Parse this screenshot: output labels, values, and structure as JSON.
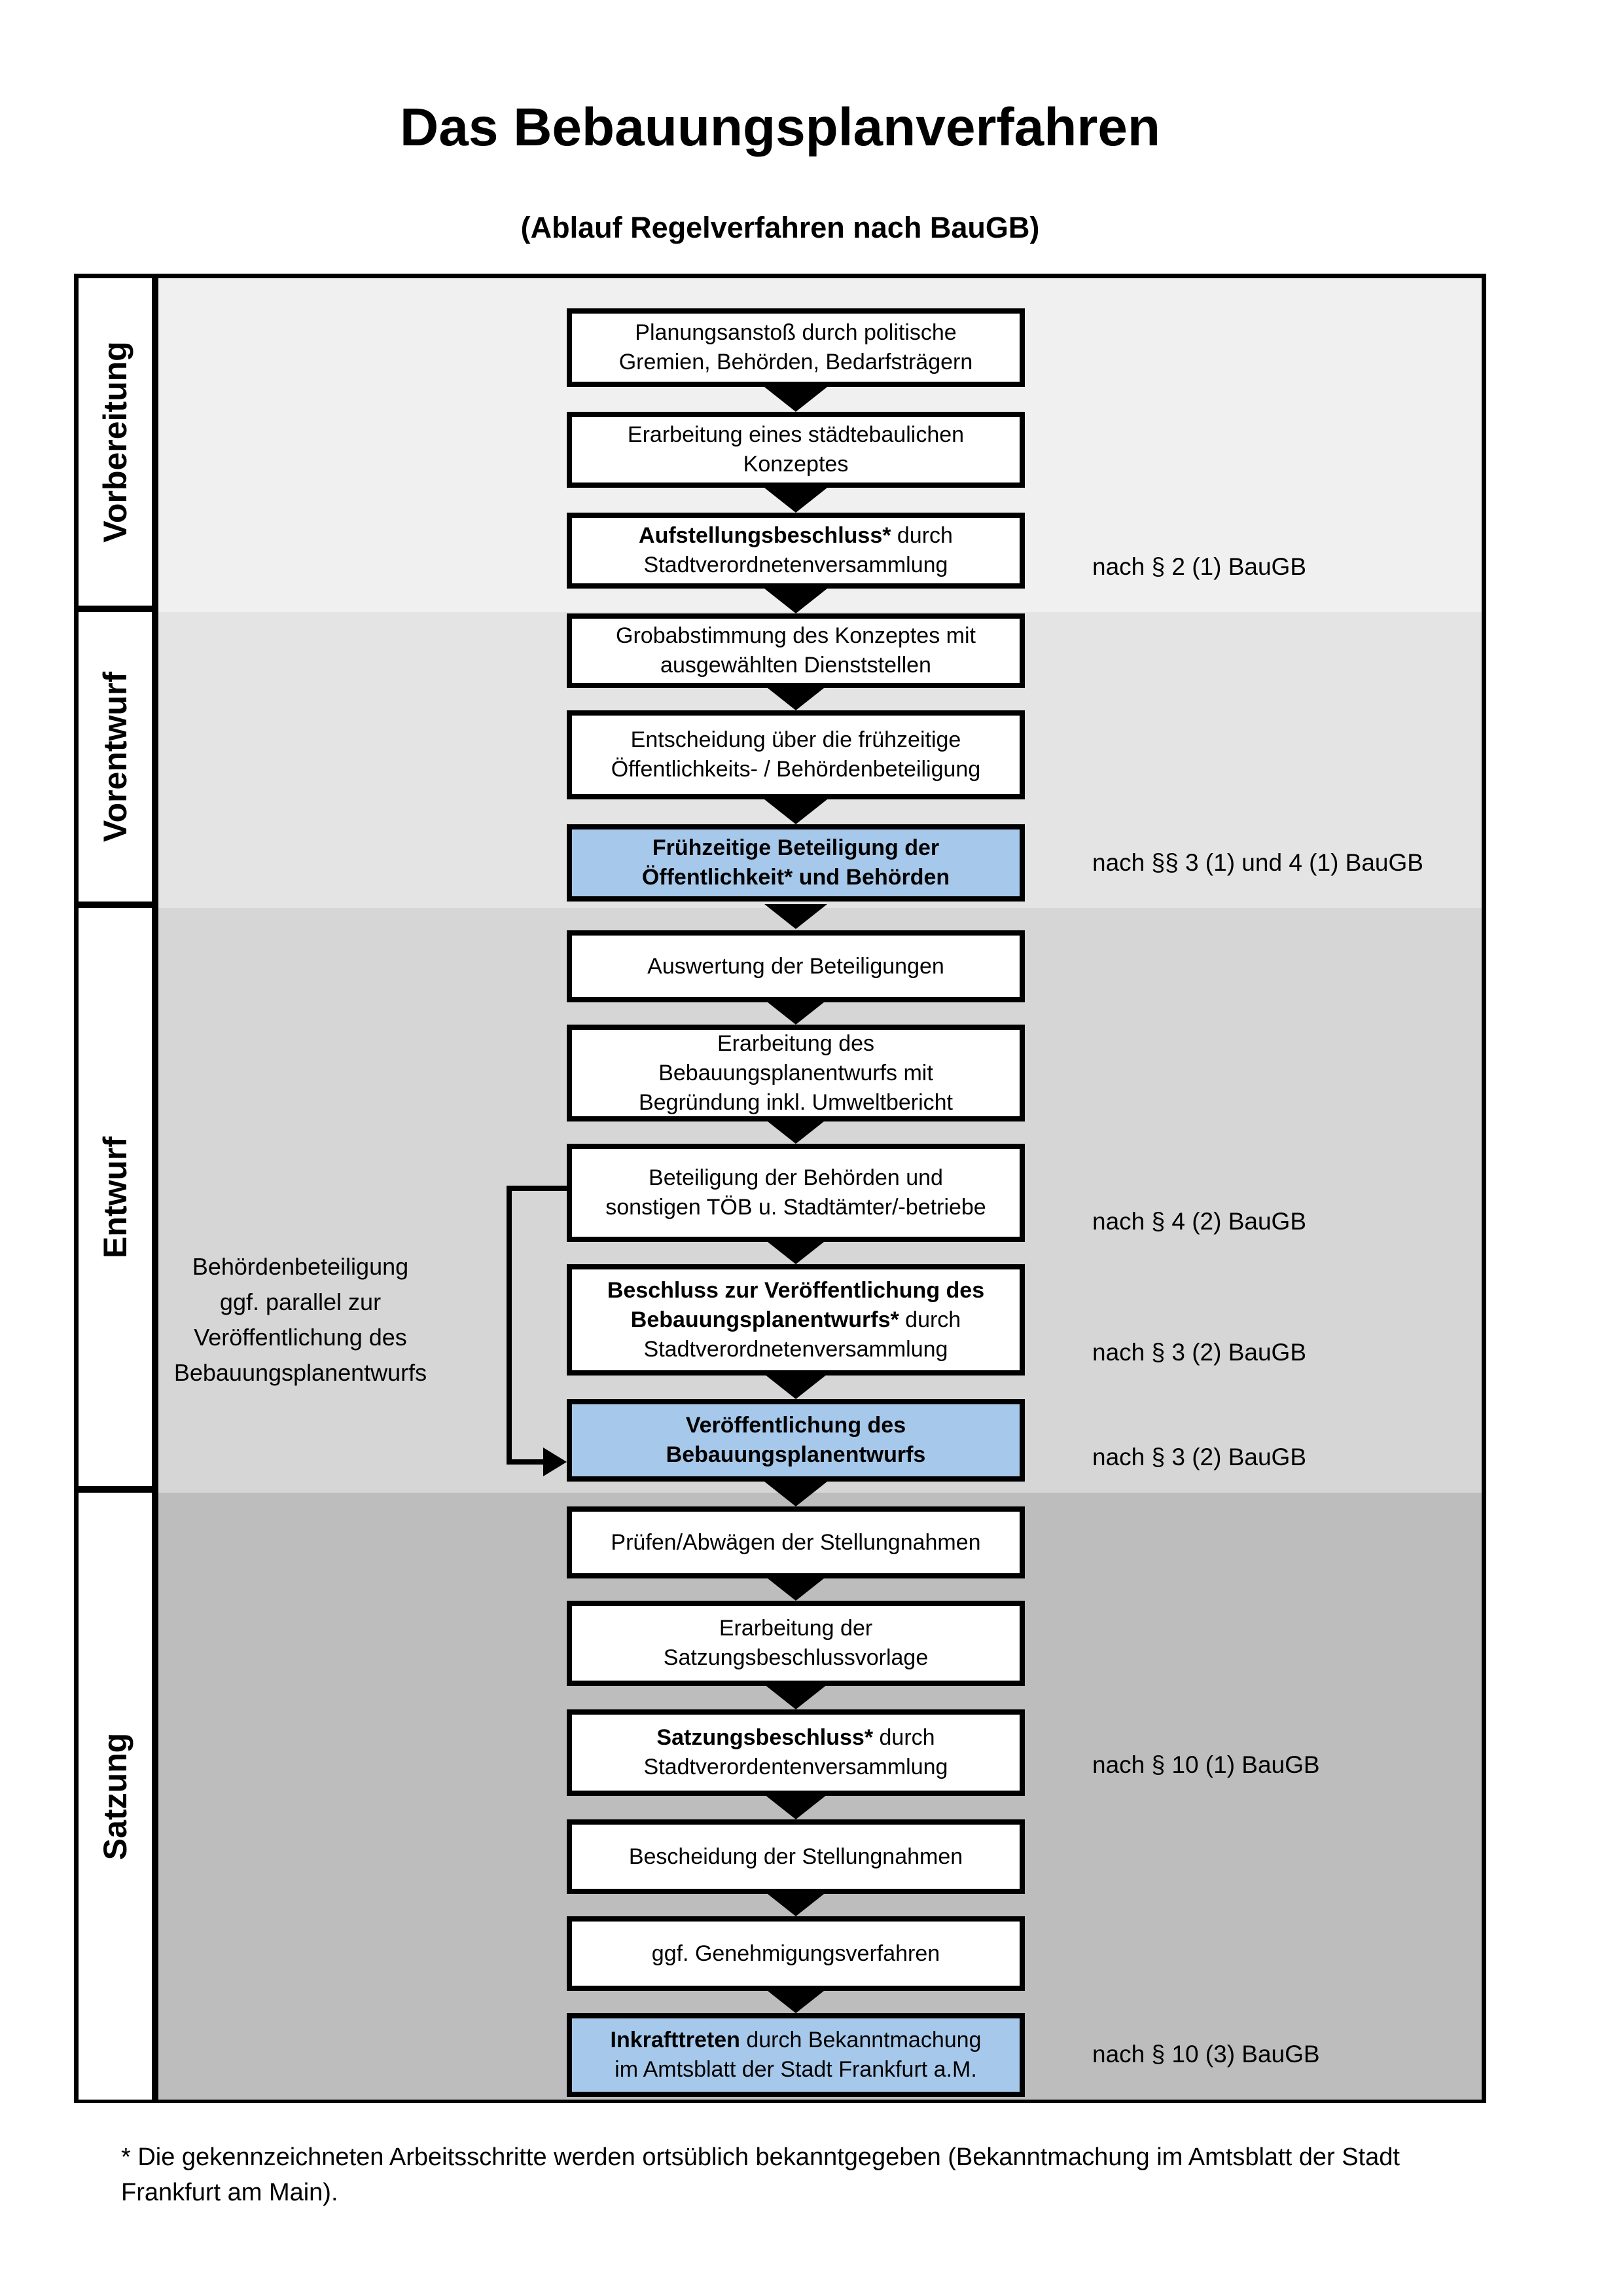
{
  "title": "Das Bebauungsplanverfahren",
  "subtitle": "(Ablauf Regelverfahren nach BauGB)",
  "phases": [
    "Vorbereitung",
    "Vorentwurf",
    "Entwurf",
    "Satzung"
  ],
  "flow": {
    "boxes": [
      {
        "lines": [
          {
            "b": "",
            "r": "Planungsanstoß durch politische"
          },
          {
            "b": "",
            "r": "Gremien, Behörden, Bedarfsträgern"
          }
        ]
      },
      {
        "lines": [
          {
            "b": "",
            "r": "Erarbeitung eines städtebaulichen"
          },
          {
            "b": "",
            "r": "Konzeptes"
          }
        ]
      },
      {
        "lines": [
          {
            "b": "Aufstellungsbeschluss*",
            "r": " durch"
          },
          {
            "b": "",
            "r": "Stadtverordnetenversammlung"
          }
        ]
      },
      {
        "lines": [
          {
            "b": "",
            "r": "Grobabstimmung des Konzeptes mit"
          },
          {
            "b": "",
            "r": "ausgewählten Dienststellen"
          }
        ]
      },
      {
        "lines": [
          {
            "b": "",
            "r": "Entscheidung über die frühzeitige"
          },
          {
            "b": "",
            "r": "Öffentlichkeits- / Behördenbeteiligung"
          }
        ]
      },
      {
        "lines": [
          {
            "b": "Frühzeitige Beteiligung der",
            "r": ""
          },
          {
            "b": "Öffentlichkeit* und Behörden",
            "r": ""
          }
        ]
      },
      {
        "lines": [
          {
            "b": "",
            "r": "Auswertung der Beteiligungen"
          }
        ]
      },
      {
        "lines": [
          {
            "b": "",
            "r": "Erarbeitung des"
          },
          {
            "b": "",
            "r": "Bebauungsplanentwurfs mit"
          },
          {
            "b": "",
            "r": "Begründung inkl. Umweltbericht"
          }
        ]
      },
      {
        "lines": [
          {
            "b": "",
            "r": "Beteiligung der Behörden und"
          },
          {
            "b": "",
            "r": "sonstigen TÖB u. Stadtämter/-betriebe"
          }
        ]
      },
      {
        "lines": [
          {
            "b": "Beschluss zur Veröffentlichung des",
            "r": ""
          },
          {
            "b": "Bebauungsplanentwurfs*",
            "r": " durch"
          },
          {
            "b": "",
            "r": "Stadtverordnetenversammlung"
          }
        ]
      },
      {
        "lines": [
          {
            "b": "Veröffentlichung des",
            "r": ""
          },
          {
            "b": "Bebauungsplanentwurfs",
            "r": ""
          }
        ]
      },
      {
        "lines": [
          {
            "b": "",
            "r": "Prüfen/Abwägen der Stellungnahmen"
          }
        ]
      },
      {
        "lines": [
          {
            "b": "",
            "r": "Erarbeitung der"
          },
          {
            "b": "",
            "r": "Satzungsbeschlussvorlage"
          }
        ]
      },
      {
        "lines": [
          {
            "b": "Satzungsbeschluss*",
            "r": " durch"
          },
          {
            "b": "",
            "r": "Stadtverordentenversammlung"
          }
        ]
      },
      {
        "lines": [
          {
            "b": "",
            "r": "Bescheidung der Stellungnahmen"
          }
        ]
      },
      {
        "lines": [
          {
            "b": "",
            "r": "ggf. Genehmigungsverfahren"
          }
        ]
      },
      {
        "lines": [
          {
            "b": "Inkrafttreten",
            "r": " durch Bekanntmachung"
          },
          {
            "b": "",
            "r": "im Amtsblatt der Stadt Frankfurt a.M."
          }
        ]
      }
    ]
  },
  "right_annotations": [
    "nach § 2 (1) BauGB",
    "nach §§ 3 (1) und 4 (1) BauGB",
    "nach § 4 (2) BauGB",
    "nach § 3 (2) BauGB",
    "nach § 3 (2) BauGB",
    "nach § 10 (1) BauGB",
    "nach § 10 (3) BauGB"
  ],
  "side_note": {
    "lines": [
      "Behördenbeteiligung",
      "ggf. parallel zur",
      "Veröffentlichung des",
      "Bebauungsplanentwurfs"
    ]
  },
  "footnote": {
    "line1": "* Die gekennzeichneten Arbeitsschritte werden ortsüblich bekanntgegeben (Bekanntmachung im Amtsblatt  der Stadt",
    "line2": "Frankfurt am Main)."
  },
  "colors": {
    "highlight_blue": "#a6c8ea",
    "band_vorbereitung": "#f0f0f0",
    "band_vorentwurf": "#e4e4e4",
    "band_entwurf": "#d6d6d6",
    "band_satzung": "#bdbdbd"
  }
}
